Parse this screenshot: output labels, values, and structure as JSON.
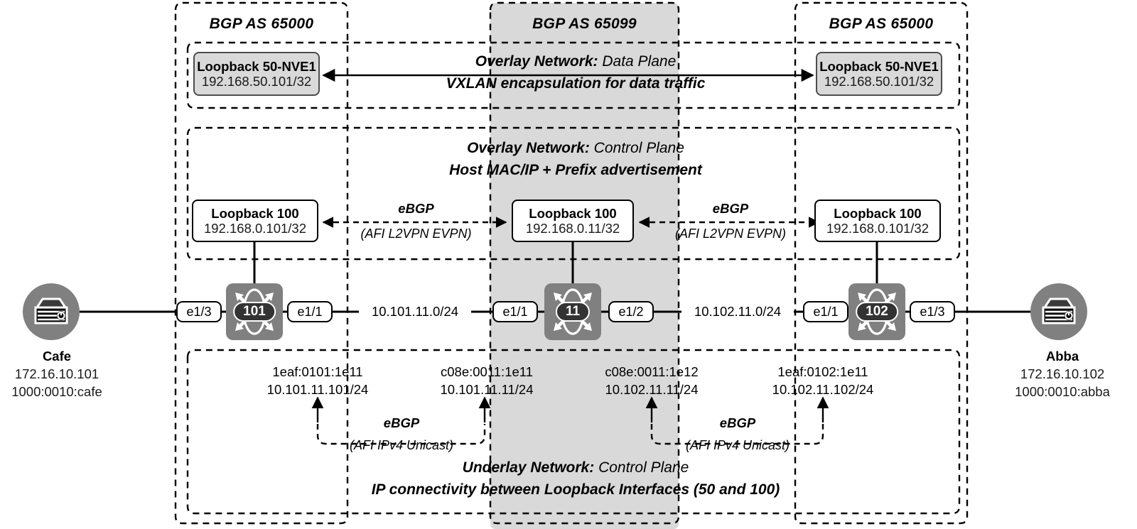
{
  "diagram": {
    "title": "VXLAN EVPN BGP underlay and overlay topology",
    "colors": {
      "gray_fill": "#d9d9d9",
      "device_gray": "#808080",
      "device_dark": "#333333",
      "line": "#000000"
    }
  },
  "as_columns": [
    {
      "id": "as-left",
      "label": "BGP AS 65000",
      "highlighted": false
    },
    {
      "id": "as-middle",
      "label": "BGP AS 65099",
      "highlighted": true
    },
    {
      "id": "as-right",
      "label": "BGP AS 65000",
      "highlighted": false
    }
  ],
  "sections": {
    "overlay_data_plane": {
      "heading_bold": "Overlay Network:",
      "heading_normal": "Data Plane",
      "subheading": "VXLAN encapsulation for data traffic"
    },
    "overlay_control_plane": {
      "heading_bold": "Overlay Network:",
      "heading_normal": "Control Plane",
      "subheading": "Host MAC/IP + Prefix advertisement"
    },
    "underlay_control_plane": {
      "heading_bold": "Underlay Network:",
      "heading_normal": "Control Plane",
      "subheading": "IP connectivity between Loopback Interfaces (50 and 100)"
    }
  },
  "loopback50": [
    {
      "id": "nve-left",
      "title": "Loopback 50-NVE1",
      "address": "192.168.50.101/32"
    },
    {
      "id": "nve-right",
      "title": "Loopback 50-NVE1",
      "address": "192.168.50.101/32"
    }
  ],
  "loopback100": [
    {
      "id": "lb100-left",
      "title": "Loopback 100",
      "address": "192.168.0.101/32"
    },
    {
      "id": "lb100-middle",
      "title": "Loopback 100",
      "address": "192.168.0.11/32"
    },
    {
      "id": "lb100-right",
      "title": "Loopback 100",
      "address": "192.168.0.101/32"
    }
  ],
  "routers": [
    {
      "id": "router-101",
      "number": "101",
      "icon": "router-icon",
      "left_port": "e1/3",
      "right_port": "e1/1"
    },
    {
      "id": "router-11",
      "number": "11",
      "icon": "router-icon",
      "left_port": "e1/1",
      "right_port": "e1/2"
    },
    {
      "id": "router-102",
      "number": "102",
      "icon": "router-icon",
      "left_port": "e1/1",
      "right_port": "e1/3"
    }
  ],
  "links": [
    {
      "id": "link-left",
      "subnet": "10.101.11.0/24"
    },
    {
      "id": "link-right",
      "subnet": "10.102.11.0/24"
    }
  ],
  "hosts": [
    {
      "id": "host-cafe",
      "icon": "server-icon",
      "name": "Cafe",
      "ip": "172.16.10.101",
      "mac": "1000:0010:cafe"
    },
    {
      "id": "host-abba",
      "icon": "server-icon",
      "name": "Abba",
      "ip": "172.16.10.102",
      "mac": "1000:0010:abba"
    }
  ],
  "overlay_peerings": [
    {
      "id": "evpn-left",
      "protocol": "eBGP",
      "afi": "(AFI L2VPN EVPN)"
    },
    {
      "id": "evpn-right",
      "protocol": "eBGP",
      "afi": "(AFI L2VPN EVPN)"
    }
  ],
  "underlay_peerings": [
    {
      "id": "ipv4-left",
      "protocol": "eBGP",
      "afi": "(AFI IPv4 Unicast)"
    },
    {
      "id": "ipv4-right",
      "protocol": "eBGP",
      "afi": "(AFI IPv4 Unicast)"
    }
  ],
  "underlay_endpoints": [
    {
      "id": "ep-1",
      "mac": "1eaf:0101:1e11",
      "address": "10.101.11.101/24"
    },
    {
      "id": "ep-2",
      "mac": "c08e:0011:1e11",
      "address": "10.101.11.11/24"
    },
    {
      "id": "ep-3",
      "mac": "c08e:0011:1e12",
      "address": "10.102.11.11/24"
    },
    {
      "id": "ep-4",
      "mac": "1eaf:0102:1e11",
      "address": "10.102.11.102/24"
    }
  ]
}
